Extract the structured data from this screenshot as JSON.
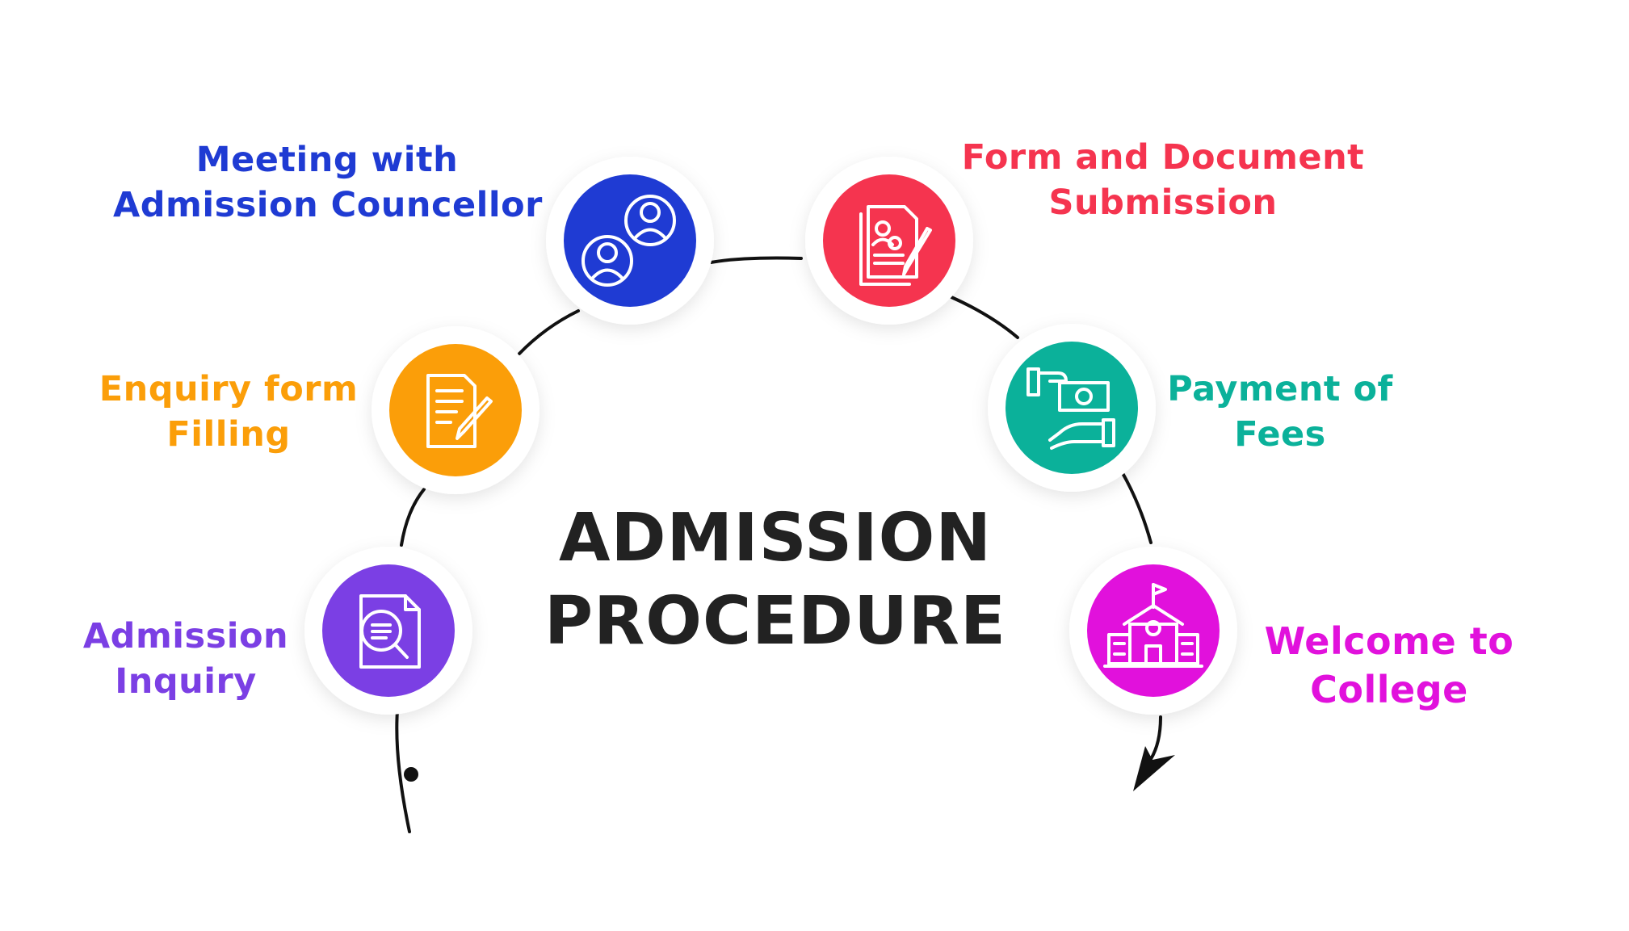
{
  "title": {
    "line1": "ADMISSION",
    "line2": "PROCEDURE",
    "color": "#222222"
  },
  "steps": [
    {
      "label_line1": "Admission",
      "label_line2": "Inquiry",
      "icon": "document-magnifier-icon",
      "color": "#7b3fe4"
    },
    {
      "label_line1": "Enquiry form",
      "label_line2": "Filling",
      "icon": "form-pencil-icon",
      "color": "#fb9e09"
    },
    {
      "label_line1": "Meeting with",
      "label_line2": "Admission Councellor",
      "icon": "two-users-icon",
      "color": "#1f3bd3"
    },
    {
      "label_line1": "Form and Document",
      "label_line2": "Submission",
      "icon": "document-signing-icon",
      "color": "#f5344f"
    },
    {
      "label_line1": "Payment of",
      "label_line2": "Fees",
      "icon": "hand-money-icon",
      "color": "#0bb19a"
    },
    {
      "label_line1": "Welcome to",
      "label_line2": "College",
      "icon": "college-building-icon",
      "color": "#e111dc"
    }
  ],
  "connector": {
    "color": "#111111",
    "start": "dot",
    "end": "arrow"
  }
}
